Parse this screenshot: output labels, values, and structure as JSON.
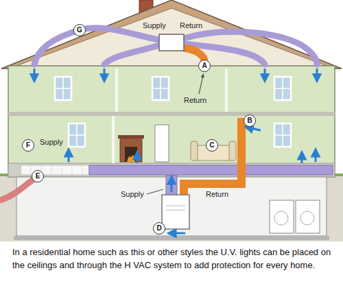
{
  "diagram": {
    "caption": "In a residential home such as this or other styles the U.V. lights can be placed on the ceilings and through the H VAC system to add protection for every home.",
    "nodes": [
      {
        "text": [
          "G"
        ]
      },
      {
        "text": [
          "A"
        ]
      },
      {
        "text": [
          "B"
        ]
      },
      {
        "text": [
          "F"
        ]
      },
      {
        "text": [
          "C"
        ]
      },
      {
        "text": [
          "E"
        ]
      },
      {
        "text": [
          "D"
        ]
      }
    ],
    "labels": [
      "Supply",
      "Return",
      "Return",
      "Supply",
      "Supply",
      "Return"
    ]
  }
}
